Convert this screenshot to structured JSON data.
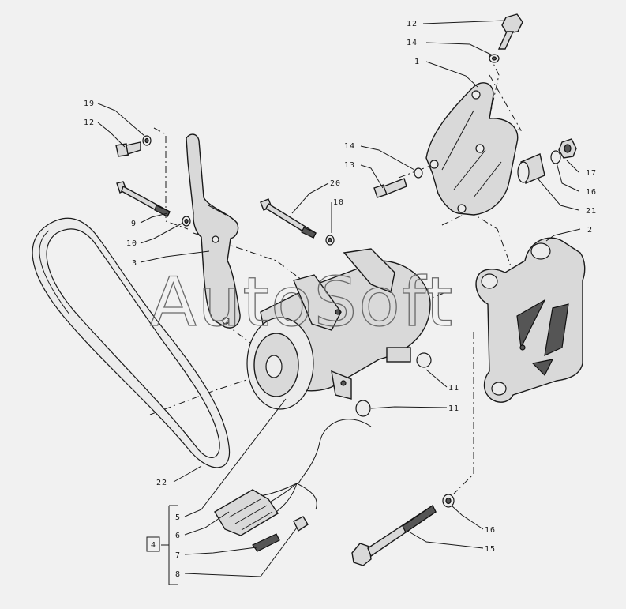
{
  "watermark": "AutoSoft",
  "callouts": {
    "c12_top": "12",
    "c14_top": "14",
    "c1": "1",
    "c19": "19",
    "c12_left": "12",
    "c14_mid": "14",
    "c13": "13",
    "c20": "20",
    "c10_mid": "10",
    "c9": "9",
    "c10_left": "10",
    "c3": "3",
    "c17": "17",
    "c16_top": "16",
    "c21": "21",
    "c2": "2",
    "c11_a": "11",
    "c11_b": "11",
    "c22": "22",
    "c5": "5",
    "c6": "6",
    "c7": "7",
    "c8": "8",
    "c16_bottom": "16",
    "c15": "15",
    "group_ref": "4"
  }
}
